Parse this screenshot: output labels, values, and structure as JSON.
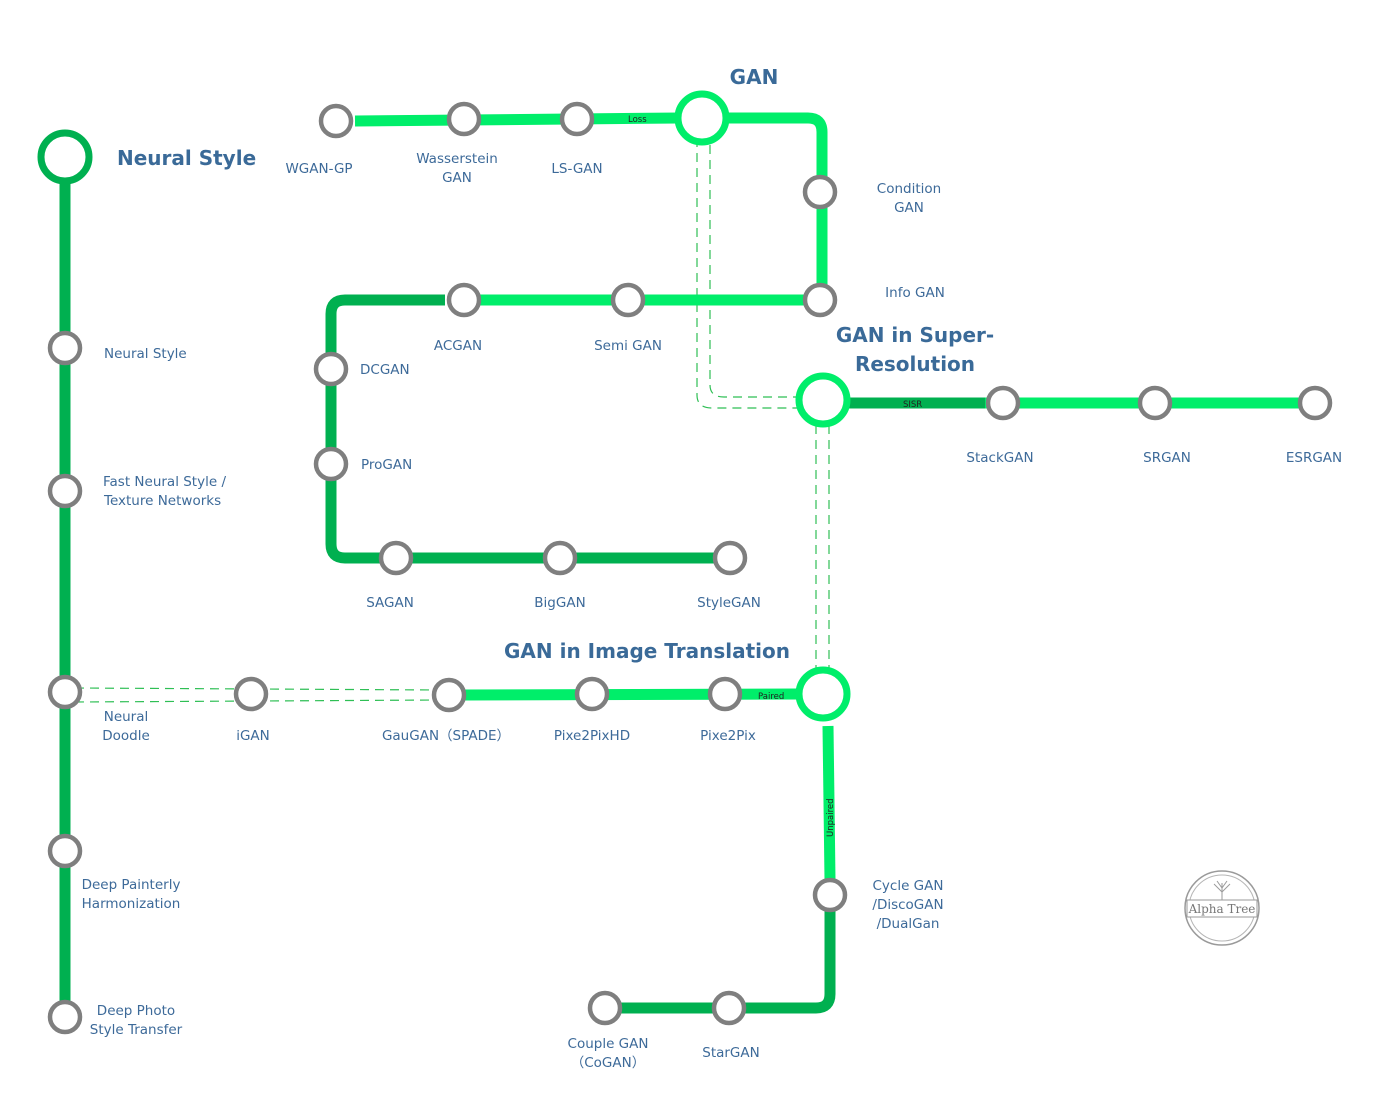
{
  "hubs": {
    "gan": "GAN",
    "neural_style": "Neural Style",
    "super_resolution_line1": "GAN in Super-",
    "super_resolution_line2": "Resolution",
    "image_translation": "GAN in Image Translation"
  },
  "edge_labels": {
    "loss": "Loss",
    "sisr": "SISR",
    "paired": "Paired",
    "unpaired": "Unpaired"
  },
  "stations": {
    "wgan_gp": "WGAN-GP",
    "wasserstein_1": "Wasserstein",
    "wasserstein_2": "GAN",
    "ls_gan": "LS-GAN",
    "condition_1": "Condition",
    "condition_2": "GAN",
    "info_gan": "Info GAN",
    "acgan": "ACGAN",
    "semi_gan": "Semi GAN",
    "dcgan": "DCGAN",
    "progan": "ProGAN",
    "sagan": "SAGAN",
    "biggan": "BigGAN",
    "stylegan": "StyleGAN",
    "stackgan": "StackGAN",
    "srgan": "SRGAN",
    "esrgan": "ESRGAN",
    "ns_neural_style": "Neural Style",
    "fast_ns_1": "Fast Neural Style /",
    "fast_ns_2": "Texture Networks",
    "neural_doodle_1": "Neural",
    "neural_doodle_2": "Doodle",
    "deep_painterly_1": "Deep Painterly",
    "deep_painterly_2": "Harmonization",
    "deep_photo_1": "Deep Photo",
    "deep_photo_2": "Style Transfer",
    "igan": "iGAN",
    "gaugan": "GauGAN（SPADE）",
    "pix2pixhd": "Pixe2PixHD",
    "pix2pix": "Pixe2Pix",
    "cycle_1": "Cycle GAN",
    "cycle_2": "/DiscoGAN",
    "cycle_3": "/DualGan",
    "stargan": "StarGAN",
    "cogan_1": "Couple GAN",
    "cogan_2": "（CoGAN）"
  },
  "logo": {
    "text": "Alpha Tree"
  },
  "colors": {
    "line_dark": "#00b050",
    "line_light": "#00ee6a",
    "station_ring": "#7f7f7f",
    "label": "#3d6a99"
  }
}
